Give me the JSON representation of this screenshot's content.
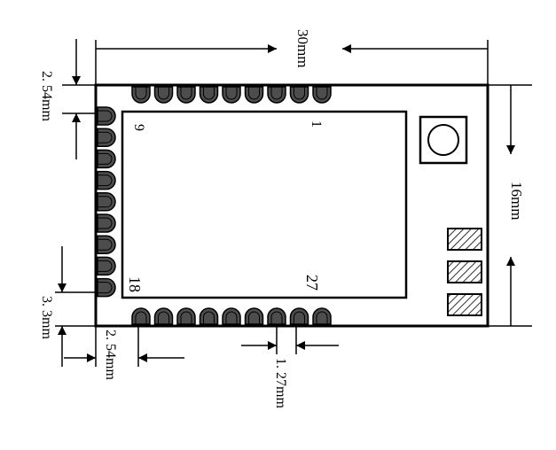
{
  "dimensions": {
    "length": "30mm",
    "width": "16mm",
    "pitch_top": "2. 54mm",
    "edge_offset": "3. 3mm",
    "pitch_bottom": "2. 54mm",
    "pad_pitch": "1. 27mm"
  },
  "pins": {
    "top_left": "9",
    "top_right": "1",
    "bottom_left": "18",
    "bottom_right": "27"
  },
  "pads": {
    "top_count": 9,
    "left_count": 9,
    "bottom_count": 9,
    "side_pad_count": 3
  },
  "colors": {
    "outline": "#000000",
    "pad_fill": "#4d4d4d",
    "background": "#ffffff"
  }
}
